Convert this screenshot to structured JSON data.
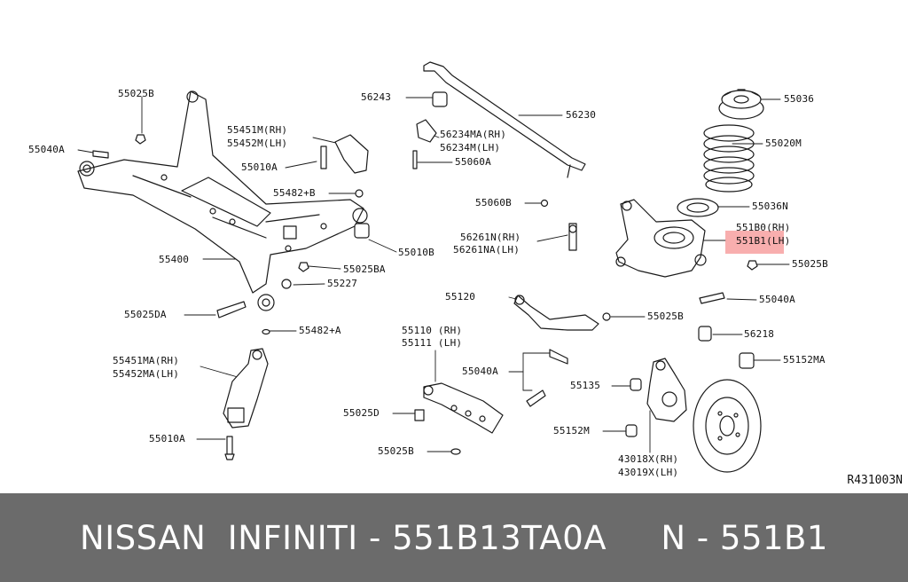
{
  "diagram": {
    "reference_code": "R431003N",
    "highlighted_part": "551B1",
    "labels": {
      "p55025B_top": "55025B",
      "p55040A_left": "55040A",
      "p55451M": "55451M(RH)",
      "p55452M": "55452M(LH)",
      "p55010A_top": "55010A",
      "p55482_top": "55482+B",
      "p55010B": "55010B",
      "p55400": "55400",
      "p55025BA": "55025BA",
      "p55227": "55227",
      "p55025DA": "55025DA",
      "p55482_bottom": "55482+A",
      "p55451MA": "55451MA(RH)",
      "p55452MA": "55452MA(LH)",
      "p55010A_bottom": "55010A",
      "p56243": "56243",
      "p56230": "56230",
      "p56234MA": "56234MA(RH)",
      "p56234M": "56234M(LH)",
      "p55060A": "55060A",
      "p55060B": "55060B",
      "p56261N": "56261N(RH)",
      "p56261NA": "56261NA(LH)",
      "p55120": "55120",
      "p55110": "55110 (RH)",
      "p55111": "55111 (LH)",
      "p55040A_mid": "55040A",
      "p55025D": "55025D",
      "p55025B_bottom": "55025B",
      "p55036": "55036",
      "p55020M": "55020M",
      "p55036N": "55036N",
      "p551B0": "551B0(RH)",
      "p551B1": "551B1(LH)",
      "p55025B_right": "55025B",
      "p55040A_right": "55040A",
      "p55025B_mid": "55025B",
      "p56218": "56218",
      "p55152MA": "55152MA",
      "p55135": "55135",
      "p55152M": "55152M",
      "p43018X": "43018X(RH)",
      "p43019X": "43019X(LH)"
    }
  },
  "banner": {
    "text": "NISSAN  INFINITI - 551B13TA0A     N - 551B1"
  }
}
